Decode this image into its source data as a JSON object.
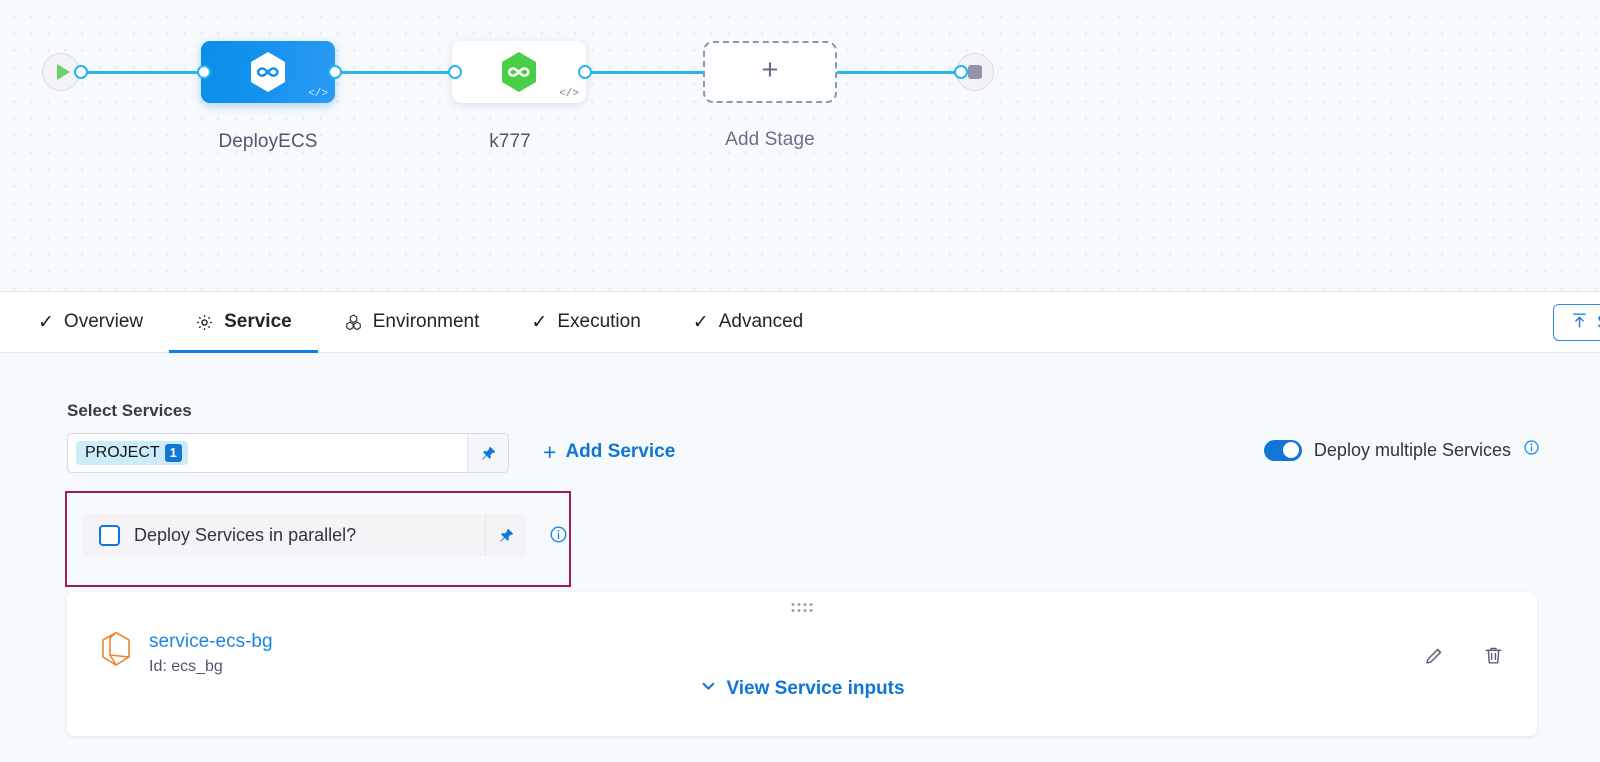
{
  "pipeline": {
    "start_node": "start-play",
    "end_node": "end-stop",
    "stages": [
      {
        "label": "DeployECS",
        "type": "deployment",
        "code_badge": "</>",
        "color": "#1492ef",
        "icon": "harness-hexagon-infinity-icon"
      },
      {
        "label": "k777",
        "type": "deployment",
        "code_badge": "</>",
        "color": "#49ce46",
        "icon": "harness-hexagon-infinity-icon"
      }
    ],
    "add_stage": {
      "label": "Add Stage",
      "glyph": "+"
    }
  },
  "tabs": [
    {
      "label": "Overview",
      "icon": "check-icon",
      "active": false
    },
    {
      "label": "Service",
      "icon": "gear-icon",
      "active": true
    },
    {
      "label": "Environment",
      "icon": "hexagon-trio-icon",
      "active": false
    },
    {
      "label": "Execution",
      "icon": "check-icon",
      "active": false
    },
    {
      "label": "Advanced",
      "icon": "check-icon",
      "active": false
    }
  ],
  "template_button": {
    "label": "S",
    "icon": "save-as-template-icon"
  },
  "service_section": {
    "title": "Select Services",
    "multiselect": {
      "chip_label": "PROJECT",
      "chip_count": "1",
      "pin_icon": "pin-icon"
    },
    "add_service": {
      "plus": "+",
      "label": "Add Service"
    },
    "deploy_multiple": {
      "label": "Deploy multiple Services",
      "enabled": true,
      "info_icon": "info-icon"
    },
    "parallel": {
      "label": "Deploy Services in parallel?",
      "checked": false,
      "pin_icon": "pin-icon",
      "info_icon": "info-icon",
      "highlight_color": "#9c1e53"
    },
    "service_card": {
      "name": "service-ecs-bg",
      "id_text": "Id: ecs_bg",
      "icon": "service-cube-icon",
      "edit_icon": "pencil-icon",
      "delete_icon": "trash-icon",
      "drag_handle_icon": "drag-handle-icon",
      "view_inputs_label": "View Service inputs",
      "view_inputs_chevron": "chevron-down-icon"
    }
  },
  "colors": {
    "accent_blue": "#1176d8",
    "link_blue": "#1b86e4",
    "edge_blue": "#27b5f0",
    "highlight_maroon": "#9c1e53",
    "stage_green": "#49ce46",
    "service_orange": "#f0862c"
  }
}
